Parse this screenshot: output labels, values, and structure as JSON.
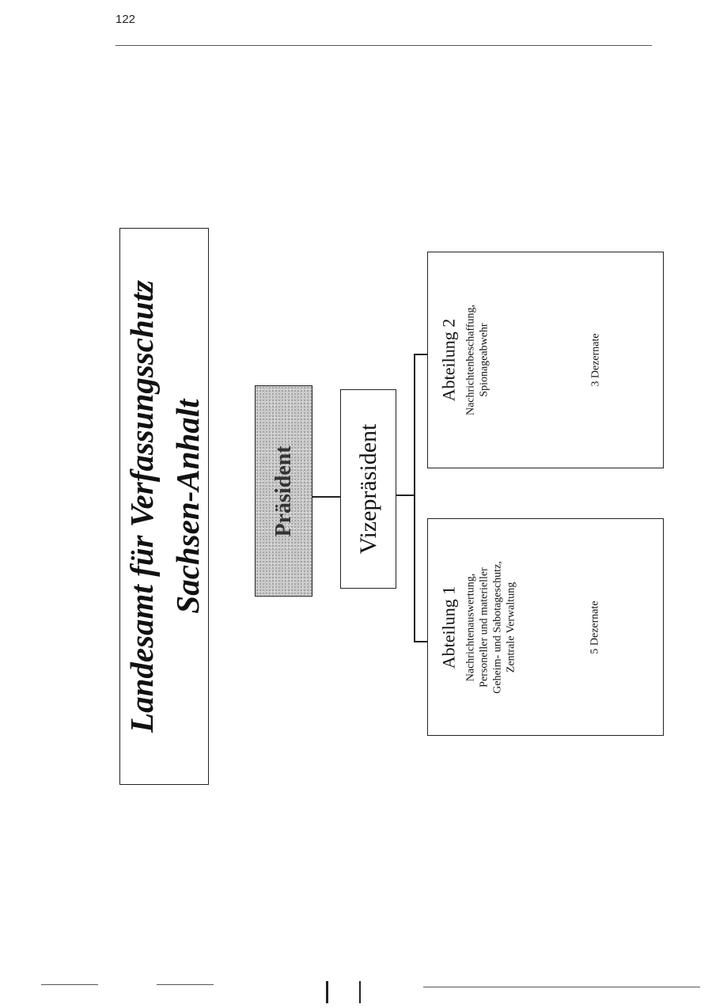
{
  "page_number": "122",
  "title": {
    "line1": "Landesamt für Verfassungsschutz",
    "line2": "Sachsen-Anhalt"
  },
  "nodes": {
    "praesident": "Präsident",
    "vizepraesident": "Vizepräsident",
    "abteilung1": {
      "name": "Abteilung 1",
      "description": [
        "Nachrichtenauswertung,",
        "Personeller und materieller",
        "Geheim- und Sabotageschutz,",
        "Zentrale Verwaltung"
      ],
      "dezernate": "5 Dezernate"
    },
    "abteilung2": {
      "name": "Abteilung 2",
      "description": [
        "Nachrichtenbeschaffung,",
        "Spionageabwehr"
      ],
      "dezernate": "3 Dezernate"
    }
  }
}
